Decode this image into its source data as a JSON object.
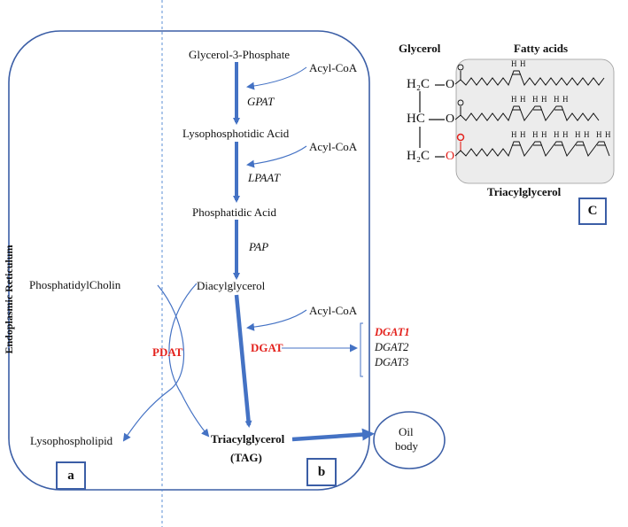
{
  "er_label": "Endoplasmic Reticulum",
  "pathway": {
    "glycerol3p": "Glycerol-3-Phosphate",
    "lpa": "Lysophosphotidic Acid",
    "pa": "Phosphatidic Acid",
    "dag": "Diacylglycerol",
    "tag": "Triacylglycerol",
    "tag_abbr": "(TAG)"
  },
  "enzymes": {
    "gpat": "GPAT",
    "lpaat": "LPAAT",
    "pap": "PAP",
    "dgat": "DGAT",
    "pdat": "PDAT"
  },
  "substrates": {
    "acyl_coa_1": "Acyl-CoA",
    "acyl_coa_2": "Acyl-CoA",
    "acyl_coa_3": "Acyl-CoA"
  },
  "phospholipids": {
    "pc": "PhosphatidylCholin",
    "lpl": "Lysophospholipid"
  },
  "dgat_isoforms": [
    "DGAT1",
    "DGAT2",
    "DGAT3"
  ],
  "oil_body": {
    "line1": "Oil",
    "line2": "body"
  },
  "panels": {
    "a": "a",
    "b": "b",
    "c": "C"
  },
  "structure": {
    "glycerol": "Glycerol",
    "fatty_acids": "Fatty acids",
    "triacylglycerol": "Triacylglycerol",
    "h2c_top": "H₂C",
    "hc_mid": "HC",
    "h2c_bot": "H₂C",
    "o": "O",
    "h": "H"
  },
  "colors": {
    "arrow": "#4472c4",
    "border": "#3b5ea6",
    "highlight": "#e3211c",
    "guide": "#5b8fd6",
    "shade": "#ececec"
  }
}
